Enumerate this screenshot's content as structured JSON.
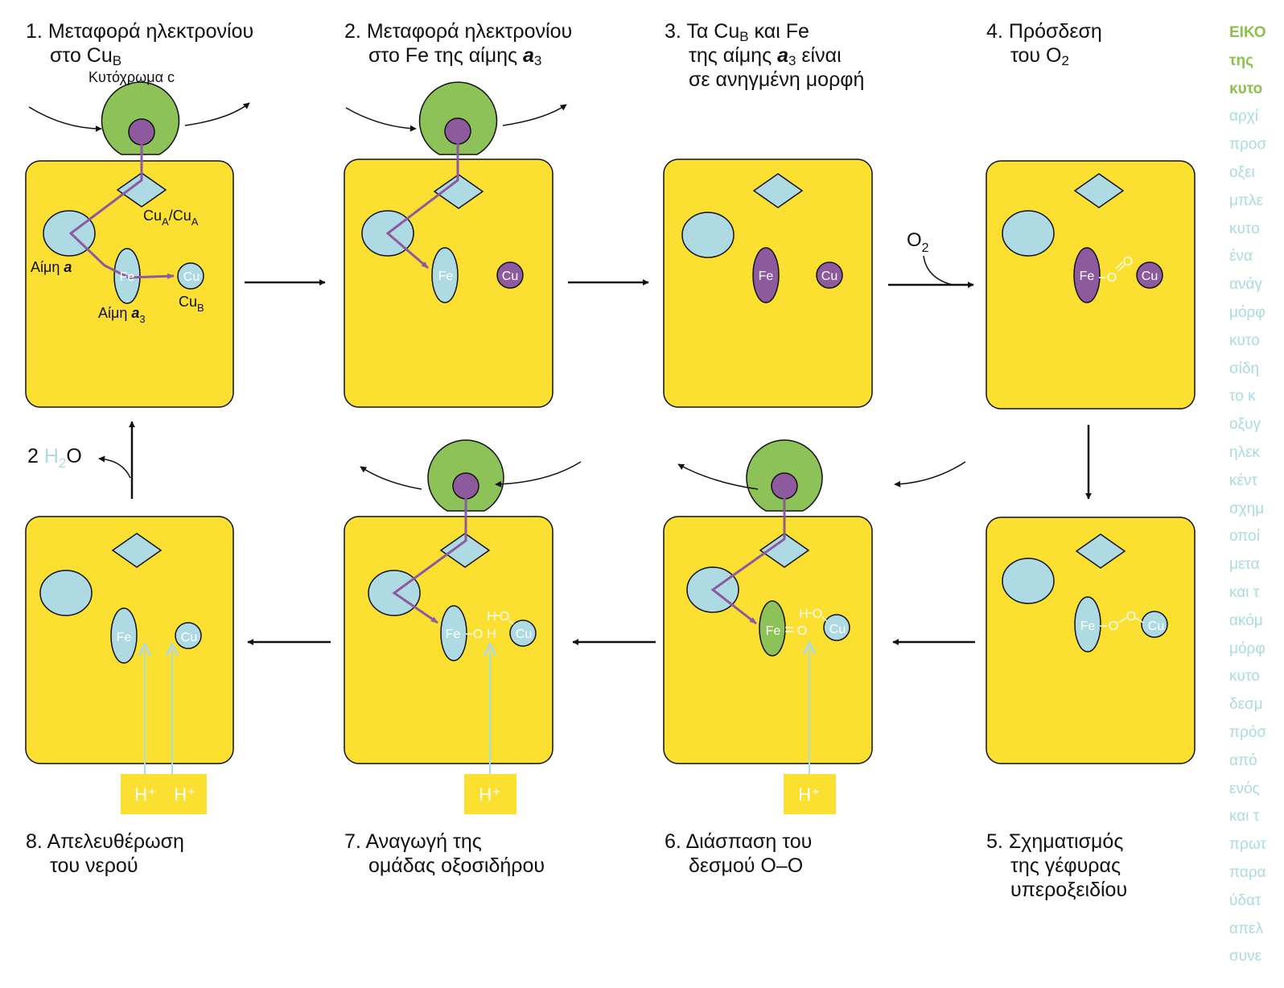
{
  "colors": {
    "box": "#fbe032",
    "light_blue": "#aedbe3",
    "purple": "#8e5a9e",
    "green": "#8cc257",
    "sidebar_title": "#8dc04f",
    "sidebar_text": "#a9dcdc"
  },
  "steps": [
    {
      "number": "1.",
      "line1": "Μεταφορά ηλεκτρονίου",
      "line2_text": "στο Cu",
      "line2_sub": "B"
    },
    {
      "number": "2.",
      "line1": "Μεταφορά ηλεκτρονίου",
      "line2_text": "στο Fe της αίμης ",
      "line2_em": "a",
      "line2_sub": "3"
    },
    {
      "number": "3.",
      "line1_text": "Τα Cu",
      "line1_sub": "B",
      "line1_rest": " και Fe",
      "line2_text": "της αίμης ",
      "line2_em": "a",
      "line2_sub": "3",
      "line2_rest": " είναι",
      "line3": "σε ανηγμένη μορφή"
    },
    {
      "number": "4.",
      "line1": "Πρόσδεση",
      "line2_text": "του O",
      "line2_sub": "2"
    },
    {
      "number": "5.",
      "line1": "Σχηματισμός",
      "line2": "της γέφυρας",
      "line3": "υπεροξειδίου"
    },
    {
      "number": "6.",
      "line1": "Διάσπαση του",
      "line2": "δεσμού O–O"
    },
    {
      "number": "7.",
      "line1": "Αναγωγή της",
      "line2": "ομάδας οξοσιδήρου"
    },
    {
      "number": "8.",
      "line1": "Απελευθέρωση",
      "line2": "του νερού"
    }
  ],
  "labels": {
    "cytochrome_c": "Κυτόχρωμα c",
    "cua_base": "Cu",
    "cua_sub": "A",
    "cua_sep": "/Cu",
    "heme_a": "Αίμη ",
    "heme_a_em": "a",
    "heme_a3": "Αίμη ",
    "heme_a3_em": "a",
    "heme_a3_sub": "3",
    "cub_base": "Cu",
    "cub_sub": "B",
    "fe": "Fe",
    "cu": "Cu",
    "o": "O",
    "h": "H",
    "o2_base": "O",
    "o2_sub": "2",
    "proton": "H⁺",
    "water_count": "2 ",
    "water_h": "H",
    "water_sub": "2",
    "water_o": "O"
  },
  "sidebar": {
    "title_lines": [
      "ΕΙΚΟ",
      "της",
      "κυτο"
    ],
    "body_lines": [
      "αρχί",
      "προσ",
      "οξει",
      "μπλε",
      "κυτο",
      "ένα",
      "ανάγ",
      "μόρφ",
      "κυτο",
      "σίδη",
      "το κ",
      "οξυγ",
      "ηλεκ",
      "κέντ",
      "σχημ",
      "οποί",
      "μετα",
      "και τ",
      "ακόμ",
      "μόρφ",
      "κυτο",
      "δεσμ",
      "πρόσ",
      "από",
      "ενός",
      "και τ",
      "πρωτ",
      "παρα",
      "ύδατ",
      "απελ",
      "συνε"
    ]
  }
}
